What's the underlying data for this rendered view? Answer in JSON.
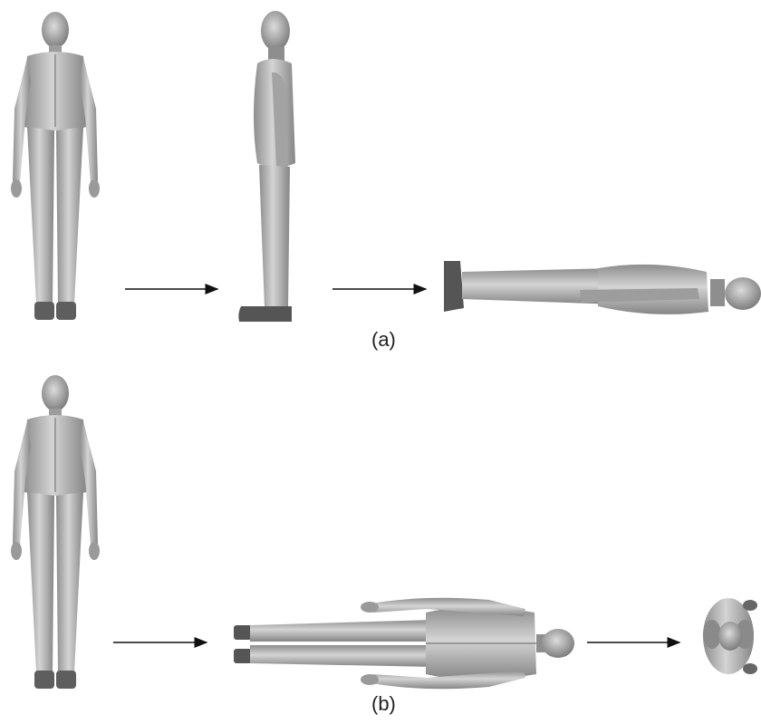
{
  "panels": [
    {
      "caption": "(a)",
      "poses": [
        "standing-front",
        "standing-side",
        "lying-side"
      ]
    },
    {
      "caption": "(b)",
      "poses": [
        "standing-front",
        "lying-top",
        "top-down"
      ]
    }
  ],
  "colors": {
    "figure_light": "#cfcfcf",
    "figure_mid": "#a9a9a9",
    "figure_dark": "#6e6e6e",
    "arrow": "#111111",
    "caption": "#222222"
  }
}
